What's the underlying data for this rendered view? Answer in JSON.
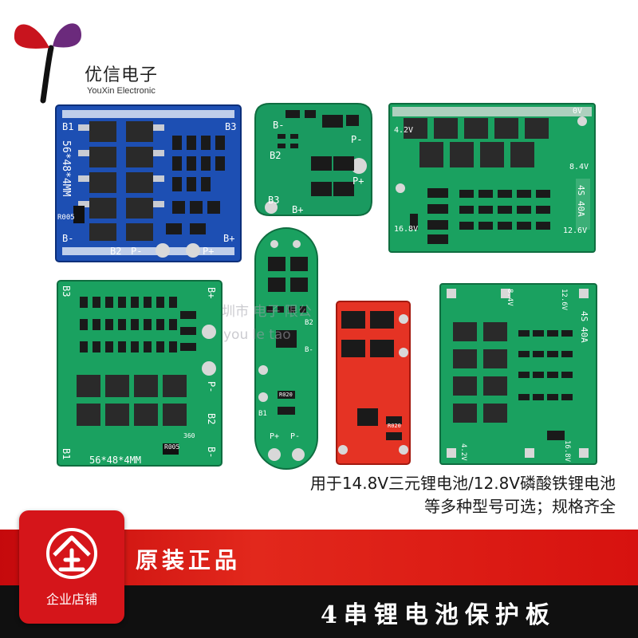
{
  "brand": {
    "name": "优信电子",
    "sub": "YouXin Electronic",
    "colors": {
      "red": "#c8141e",
      "purple": "#6b2a7c",
      "black": "#111111"
    }
  },
  "watermark": {
    "line1": "圳市 电子 限公",
    "line2": "you le tao"
  },
  "boards": {
    "blue": {
      "labels": [
        "B1",
        "B3",
        "56*48*4MM",
        "B-",
        "P-",
        "B2",
        "P+",
        "B+",
        "R005"
      ],
      "color": "#1d4fb3"
    },
    "mini3": {
      "labels": [
        "B-",
        "B2",
        "B3",
        "B+",
        "P-",
        "P+"
      ],
      "color": "#1a9a60"
    },
    "green4s_top": {
      "labels": [
        "4.2V",
        "0V",
        "8.4V",
        "4S 40A",
        "16.8V",
        "12.6V"
      ],
      "color": "#1aa160"
    },
    "green_mid": {
      "labels": [
        "B3",
        "B1",
        "B-",
        "B+",
        "P-",
        "B2",
        "56*48*4MM",
        "R005",
        "360"
      ],
      "color": "#1aa160"
    },
    "slim": {
      "labels": [
        "B1",
        "B2",
        "B-",
        "P-",
        "P+",
        "R020"
      ],
      "color": "#1aa160"
    },
    "red": {
      "labels": [
        "R020"
      ],
      "color": "#e53324"
    },
    "green4s_bottom": {
      "labels": [
        "8.4V",
        "4S 40A",
        "12.6V",
        "4.2V",
        "16.8V"
      ],
      "color": "#1aa160"
    }
  },
  "caption": {
    "line1": "用于14.8V三元锂电池/12.8V磷酸铁锂电池",
    "line2": "等多种型号可选；规格齐全"
  },
  "banner": {
    "badge_label": "企业店铺",
    "badge_icon": "enterprise-icon",
    "genuine": "原装正品",
    "title": "4串锂电池保护板"
  }
}
